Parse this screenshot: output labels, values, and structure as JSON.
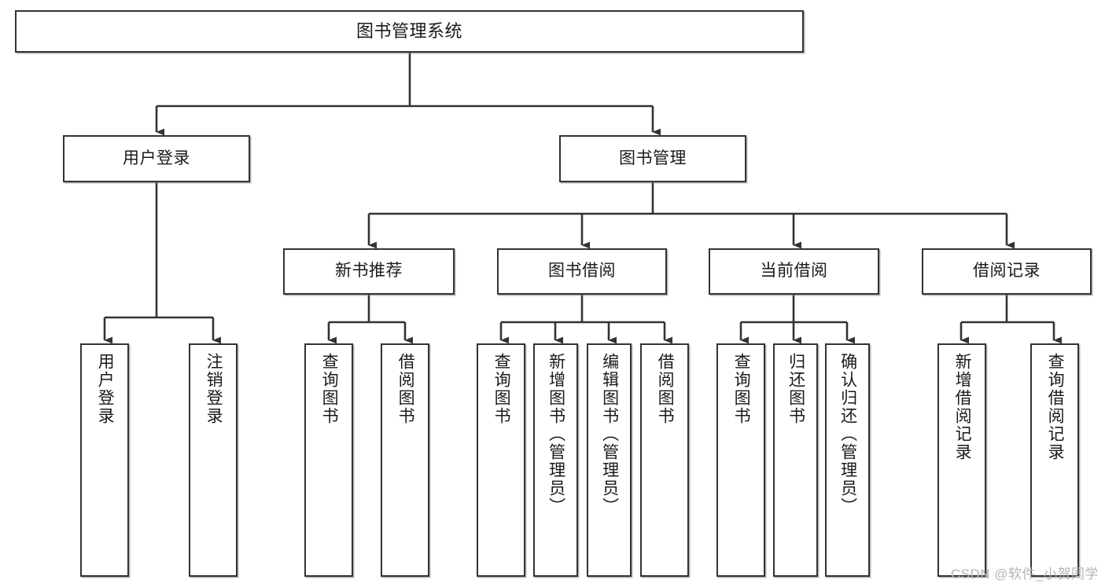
{
  "diagram": {
    "type": "tree-hierarchy",
    "title": "图书管理系统",
    "root": {
      "id": "root",
      "label": "图书管理系统"
    },
    "level2": [
      {
        "id": "user-login",
        "label": "用户登录"
      },
      {
        "id": "book-management",
        "label": "图书管理"
      }
    ],
    "level3": [
      {
        "id": "new-book-recommend",
        "label": "新书推荐",
        "parent": "book-management"
      },
      {
        "id": "book-borrow",
        "label": "图书借阅",
        "parent": "book-management"
      },
      {
        "id": "current-borrow",
        "label": "当前借阅",
        "parent": "book-management"
      },
      {
        "id": "borrow-record",
        "label": "借阅记录",
        "parent": "book-management"
      }
    ],
    "leaves": [
      {
        "id": "leaf-user-login",
        "label": "用户登录",
        "parent": "user-login"
      },
      {
        "id": "leaf-logout-login",
        "label": "注销登录",
        "parent": "user-login"
      },
      {
        "id": "leaf-query-book-1",
        "label": "查询图书",
        "parent": "new-book-recommend"
      },
      {
        "id": "leaf-borrow-book-1",
        "label": "借阅图书",
        "parent": "new-book-recommend"
      },
      {
        "id": "leaf-query-book-2",
        "label": "查询图书",
        "parent": "book-borrow"
      },
      {
        "id": "leaf-add-book",
        "label": "新增图书（管理员）",
        "parent": "book-borrow"
      },
      {
        "id": "leaf-edit-book",
        "label": "编辑图书（管理员）",
        "parent": "book-borrow"
      },
      {
        "id": "leaf-borrow-book-2",
        "label": "借阅图书",
        "parent": "book-borrow"
      },
      {
        "id": "leaf-query-book-3",
        "label": "查询图书",
        "parent": "current-borrow"
      },
      {
        "id": "leaf-return-book",
        "label": "归还图书",
        "parent": "current-borrow"
      },
      {
        "id": "leaf-confirm-return",
        "label": "确认归还（管理员）",
        "parent": "current-borrow"
      },
      {
        "id": "leaf-add-record",
        "label": "新增借阅记录",
        "parent": "borrow-record"
      },
      {
        "id": "leaf-query-record",
        "label": "查询借阅记录",
        "parent": "borrow-record"
      }
    ],
    "colors": {
      "stroke": "#333333",
      "text": "#1a1a1a",
      "background": "#ffffff",
      "watermark": "#b4b4b4"
    }
  },
  "watermark": {
    "text": "CSDN @软件_小贺同学"
  }
}
